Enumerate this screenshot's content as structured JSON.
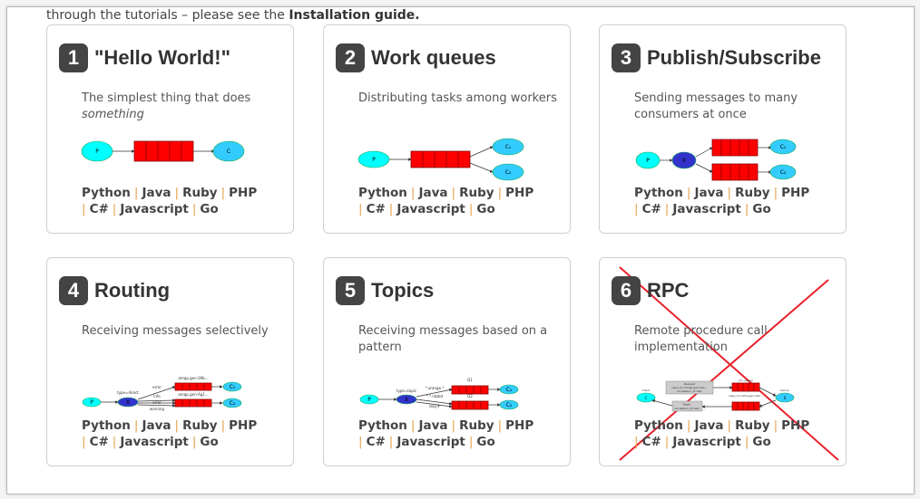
{
  "intro": {
    "text": "through the tutorials – please see the ",
    "link": "Installation guide."
  },
  "languages": [
    "Python",
    "Java",
    "Ruby",
    "PHP",
    "C#",
    "Javascript",
    "Go"
  ],
  "colors": {
    "queue": "#ff0000",
    "producer": "#00ffff",
    "consumer": "#33ccff",
    "exchange": "#3333cc",
    "separator": "#e6a34f",
    "cross": "#e8202a"
  },
  "tutorials": [
    {
      "number": "1",
      "title": "\"Hello World!\"",
      "desc": "The simplest thing that does ",
      "desc_em": "something",
      "diagram": {
        "p": "P",
        "c": "C"
      }
    },
    {
      "number": "2",
      "title": "Work queues",
      "desc": "Distributing tasks among workers",
      "desc_em": "",
      "diagram": {
        "p": "P",
        "c1": "C₁",
        "c2": "C₂"
      }
    },
    {
      "number": "3",
      "title": "Publish/Subscribe",
      "desc": "Sending messages to many consumers at once",
      "desc_em": "",
      "diagram": {
        "p": "P",
        "x": "X",
        "c1": "C₁",
        "c2": "C₂"
      }
    },
    {
      "number": "4",
      "title": "Routing",
      "desc": "Receiving messages selectively",
      "desc_em": "",
      "diagram": {
        "p": "P",
        "x": "X",
        "type": "type=direct",
        "q1": "amqp.gen-S9b...",
        "q2": "amqp.gen-Ag1...",
        "k1": "error",
        "k2": "info",
        "k3": "error",
        "k4": "warning",
        "c1": "C₁",
        "c2": "C₂"
      }
    },
    {
      "number": "5",
      "title": "Topics",
      "desc": "Receiving messages based on a pattern",
      "desc_em": "",
      "diagram": {
        "p": "P",
        "x": "X",
        "type": "type=topic",
        "q1": "Q1",
        "q2": "Q2",
        "k1": "*.orange.*",
        "k2": "*.*.rabbit",
        "k3": "lazy.#",
        "c1": "C₁",
        "c2": "C₂"
      }
    },
    {
      "number": "6",
      "title": "RPC",
      "desc": "Remote procedure call implementation",
      "desc_em": "",
      "diagram": {
        "client": "Client",
        "server": "Server",
        "c": "C",
        "s": "S",
        "rq": "rpc_queue",
        "reply": "reply_to=amq.gen-Xa2...",
        "req": "Request",
        "req2": "reply_to=amqp.gen-Xa2...",
        "req3": "correlation_id=abc",
        "resp": "Reply",
        "resp2": "correlation_id=abc"
      }
    }
  ]
}
